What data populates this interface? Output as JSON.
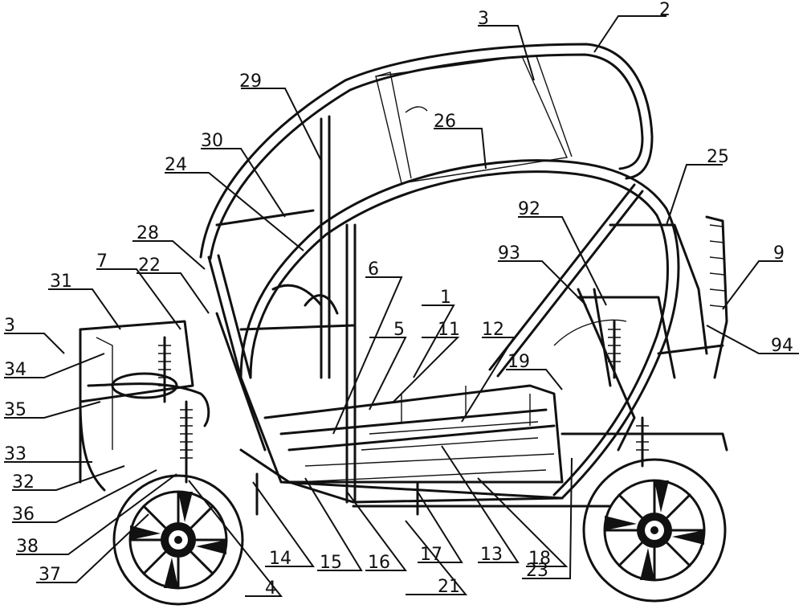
{
  "labels": {
    "l2": "2",
    "l3a": "3",
    "l29": "29",
    "l26": "26",
    "l30": "30",
    "l24": "24",
    "l25": "25",
    "l92": "92",
    "l28": "28",
    "l93": "93",
    "l9": "9",
    "l31": "31",
    "l7": "7",
    "l22": "22",
    "l6": "6",
    "l1": "1",
    "l3b": "3",
    "l5": "5",
    "l11": "11",
    "l12": "12",
    "l94": "94",
    "l34": "34",
    "l19": "19",
    "l35": "35",
    "l33": "33",
    "l32": "32",
    "l36": "36",
    "l38": "38",
    "l14": "14",
    "l15": "15",
    "l16": "16",
    "l17": "17",
    "l13": "13",
    "l18": "18",
    "l37": "37",
    "l4": "4",
    "l21": "21",
    "l23": "23"
  }
}
